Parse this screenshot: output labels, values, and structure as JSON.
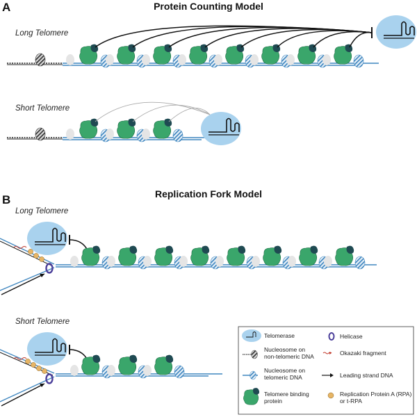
{
  "panel_a": {
    "letter": "A",
    "title": "Protein Counting Model",
    "long_label": "Long Telomere",
    "short_label": "Short Telomere"
  },
  "panel_b": {
    "letter": "B",
    "title": "Replication Fork Model",
    "long_label": "Long Telomere",
    "short_label": "Short Telomere"
  },
  "legend": {
    "telomerase": "Telomerase",
    "helicase": "Helicase",
    "nuc_nontelo_1": "Nucleosome on",
    "nuc_nontelo_2": "non-telomeric DNA",
    "okazaki": "Okazaki fragment",
    "nuc_telo_1": "Nucleosome on",
    "nuc_telo_2": "telomeric DNA",
    "leading": "Leading strand DNA",
    "tbp_1": "Telomere binding",
    "tbp_2": "protein",
    "rpa_1": "Replication Protein A (RPA)",
    "rpa_2": "or t-RPA"
  },
  "colors": {
    "telomerase": "#a9d2ee",
    "tbp_green": "#3aa66b",
    "tbp_dark": "#1f4a52",
    "telomeric_dna": "#3f86bf",
    "rpa": "#e7b565",
    "helicase": "#4b3f9a"
  }
}
